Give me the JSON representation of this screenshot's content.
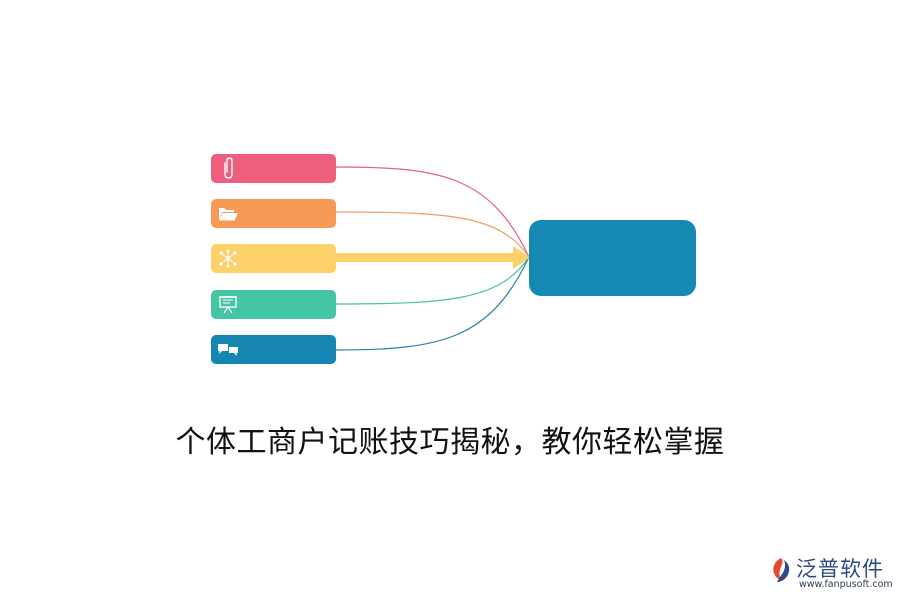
{
  "diagram": {
    "items": [
      {
        "icon": "paperclip-icon",
        "color": "#ee5f7d"
      },
      {
        "icon": "folder-open-icon",
        "color": "#f89a57"
      },
      {
        "icon": "network-icon",
        "color": "#fdd16a"
      },
      {
        "icon": "presentation-board-icon",
        "color": "#44c6a5"
      },
      {
        "icon": "chat-bubbles-icon",
        "color": "#1586b1"
      }
    ],
    "target_color": "#1589b4",
    "highlight_color": "#fdd16a"
  },
  "caption": "个体工商户记账技巧揭秘，教你轻松掌握",
  "logo": {
    "name": "泛普软件",
    "url": "www.fanpusoft.com",
    "colors": [
      "#e5492f",
      "#2e4a86"
    ]
  }
}
